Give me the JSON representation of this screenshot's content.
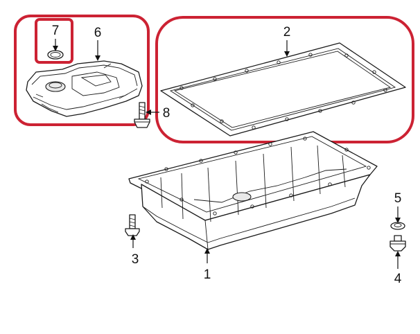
{
  "callouts": {
    "c1": "1",
    "c2": "2",
    "c3": "3",
    "c4": "4",
    "c5": "5",
    "c6": "6",
    "c7": "7",
    "c8": "8"
  },
  "colors": {
    "highlight": "#cc2233",
    "line": "#1a1a1a",
    "background": "#ffffff"
  }
}
